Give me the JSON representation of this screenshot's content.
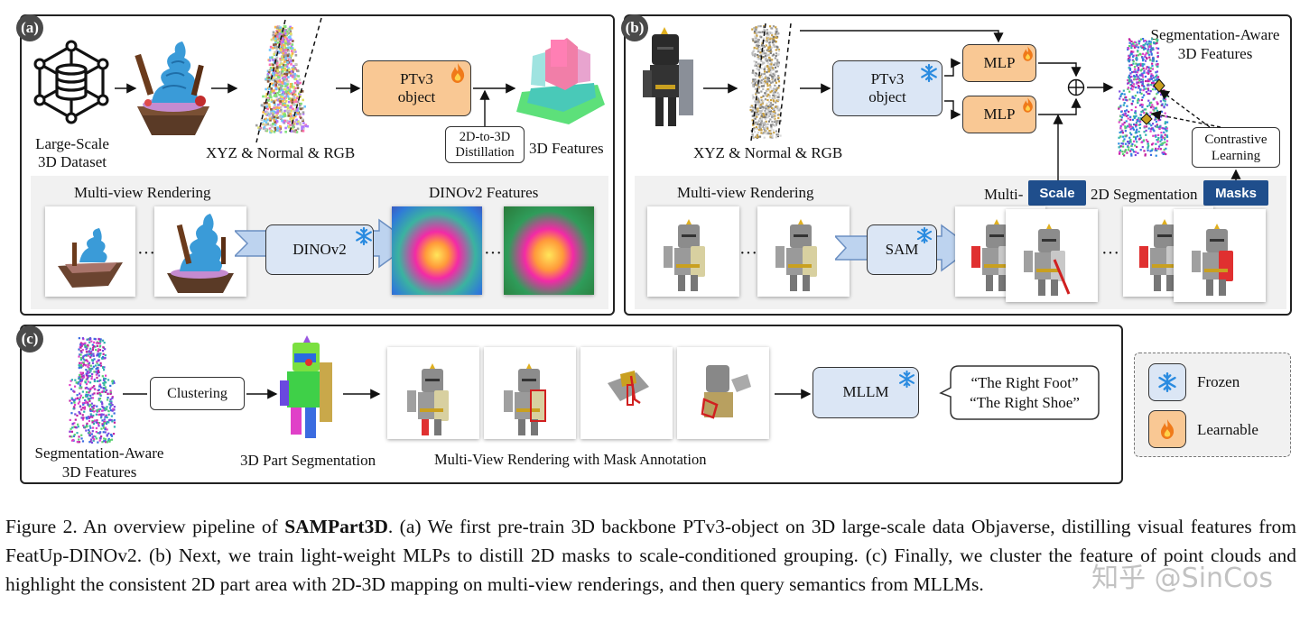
{
  "panel_a": {
    "badge": "(a)",
    "dataset_label_line1": "Large-Scale",
    "dataset_label_line2": "3D Dataset",
    "input_label": "XYZ & Normal & RGB",
    "backbone_line1": "PTv3",
    "backbone_line2": "object",
    "distill_line1": "2D-to-3D",
    "distill_line2": "Distillation",
    "output_label": "3D Features",
    "render_label": "Multi-view Rendering",
    "dino_label": "DINOv2 Features",
    "dino_box": "DINOv2",
    "ellipsis": "···"
  },
  "panel_b": {
    "badge": "(b)",
    "input_label": "XYZ & Normal & RGB",
    "backbone_line1": "PTv3",
    "backbone_line2": "object",
    "mlp_top": "MLP",
    "mlp_bottom": "MLP",
    "output_line1": "Segmentation-Aware",
    "output_line2": "3D Features",
    "contrastive_line1": "Contrastive",
    "contrastive_line2": "Learning",
    "render_label": "Multi-view Rendering",
    "seg_label_left": "Multi-",
    "seg_label_right": "2D Segmentation",
    "scale_tag": "Scale",
    "masks_tag": "Masks",
    "sam_box": "SAM",
    "ellipsis": "···"
  },
  "panel_c": {
    "badge": "(c)",
    "input_line1": "Segmentation-Aware",
    "input_line2": "3D Features",
    "clustering": "Clustering",
    "part_seg": "3D Part Segmentation",
    "mv_label": "Multi-View Rendering with Mask Annotation",
    "mllm": "MLLM",
    "answer_line1": "“The Right Foot”",
    "answer_line2": "“The Right Shoe”"
  },
  "legend": {
    "frozen": "Frozen",
    "learnable": "Learnable"
  },
  "caption": {
    "prefix": "Figure 2. An overview pipeline of ",
    "name": "SAMPart3D",
    "body": ". (a) We first pre-train 3D backbone PTv3-object on 3D large-scale data Objaverse, distilling visual features from FeatUp-DINOv2. (b) Next, we train light-weight MLPs to distill 2D masks to scale-conditioned grouping. (c) Finally, we cluster the feature of point clouds and highlight the consistent 2D part area with 2D-3D mapping on multi-view renderings, and then query semantics from MLLMs."
  },
  "watermark": "知乎 @SinCos",
  "colors": {
    "frozen_box": "#dbe6f5",
    "learnable_box": "#f9c894",
    "tag_blue": "#1f4e8c",
    "snowflake": "#2a8be0",
    "flame": "#f07a1a"
  },
  "icons": [
    "database-icon",
    "snowflake-icon",
    "flame-icon",
    "sum-icon"
  ]
}
